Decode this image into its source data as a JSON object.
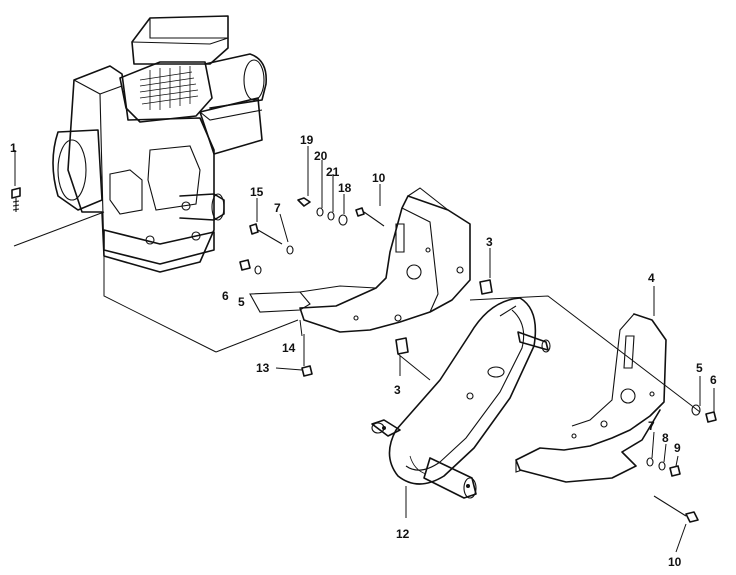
{
  "callouts": {
    "c1": "1",
    "c3a": "3",
    "c3b": "3",
    "c4": "4",
    "c5a": "5",
    "c5b": "5",
    "c6a": "6",
    "c6b": "6",
    "c7a": "7",
    "c7b": "7",
    "c8": "8",
    "c9": "9",
    "c10a": "10",
    "c10b": "10",
    "c12": "12",
    "c13": "13",
    "c14": "14",
    "c15": "15",
    "c18": "18",
    "c19": "19",
    "c20": "20",
    "c21": "21"
  }
}
